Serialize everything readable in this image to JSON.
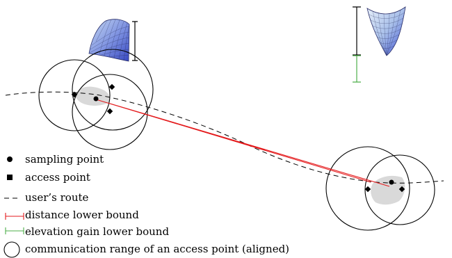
{
  "legend": {
    "sampling_point": "sampling point",
    "access_point": "access point",
    "users_route": "user’s route",
    "distance_lower_bound": "distance lower bound",
    "elevation_gain_lower_bound": "elevation gain lower bound",
    "communication_range": "communication range of an access point (aligned)"
  },
  "colors": {
    "distance": "#e41a1c",
    "elevation": "#4daf4a",
    "region_fill": "#d9d9d9",
    "ink": "#000000",
    "surface_blue": "#4a5fd0",
    "surface_light": "#dfeaf7"
  },
  "icons": {
    "sampling_point": "filled-circle-icon",
    "access_point": "filled-square-icon",
    "route": "dashed-line-icon",
    "distance_bar": "red-bracket-icon",
    "elevation_bar": "green-bracket-icon",
    "range": "open-circle-icon"
  }
}
